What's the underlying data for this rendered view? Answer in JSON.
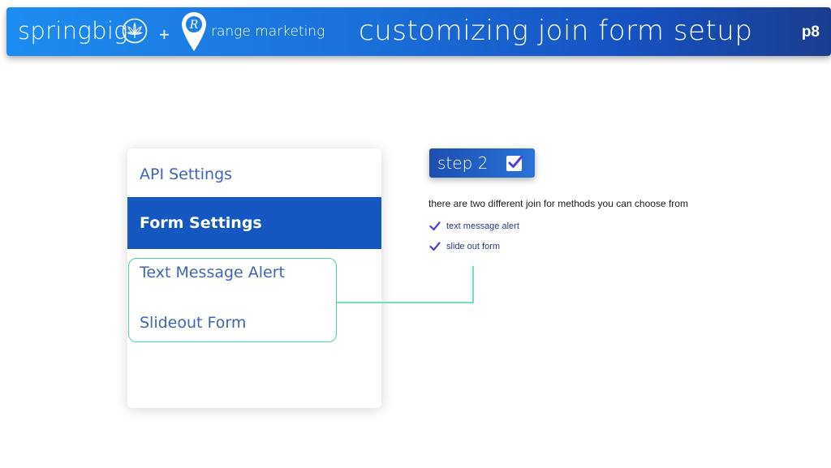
{
  "header": {
    "brand": "springbig",
    "plus": "+",
    "partner": "range marketing",
    "partner_logo_letter": "R",
    "title": "customizing join form setup",
    "page": "p8"
  },
  "menu": {
    "items": [
      {
        "label": "API Settings",
        "active": false
      },
      {
        "label": "Form Settings",
        "active": true
      },
      {
        "label": "Text Message Alert",
        "active": false
      },
      {
        "label": "Slideout Form",
        "active": false
      }
    ]
  },
  "step": {
    "label": "step 2",
    "checked": true
  },
  "info": {
    "intro": "there are two different join for methods you can choose from",
    "bullets": [
      "text message alert",
      "slide out form"
    ]
  },
  "colors": {
    "header_gradient_start": "#1d8cf0",
    "header_gradient_end": "#1a3d8f",
    "active_menu": "#1557c0",
    "menu_text": "#3f64b8",
    "highlight": "#49d79a",
    "check": "#4b3fd6"
  },
  "icons": {
    "brand_leaf": "cannabis-leaf-icon",
    "partner_pin": "location-pin-icon",
    "step_check": "checkbox-checked-icon",
    "bullet_check": "checkmark-icon"
  }
}
